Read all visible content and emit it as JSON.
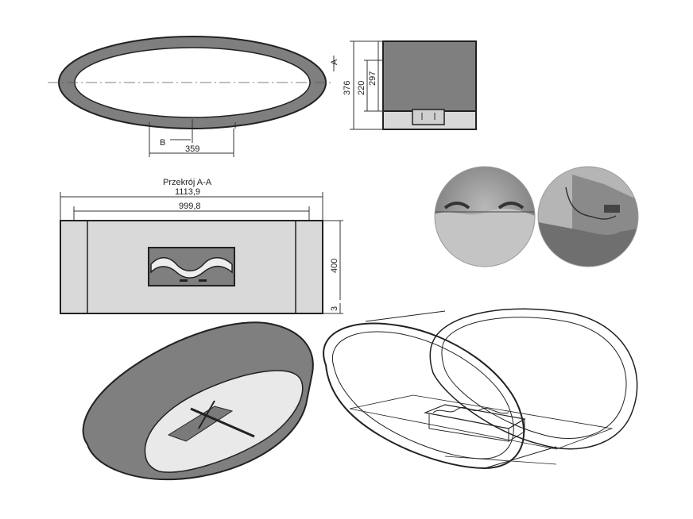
{
  "colors": {
    "body_gray": "#7f7f7f",
    "light_fill": "#d9d9d9",
    "inner_fill": "#e9e9e9",
    "outline": "#222222",
    "dim_line": "#333333"
  },
  "top_view": {
    "section_marker": "B",
    "dim_359": "359"
  },
  "side_view": {
    "section_marker": "A",
    "dim_376": "376",
    "dim_220": "220",
    "dim_297": "297"
  },
  "section_view": {
    "title": "Przekrój A-A",
    "dim_overall": "1113,9",
    "dim_inner": "999,8",
    "dim_height": "400",
    "dim_base": "3"
  }
}
